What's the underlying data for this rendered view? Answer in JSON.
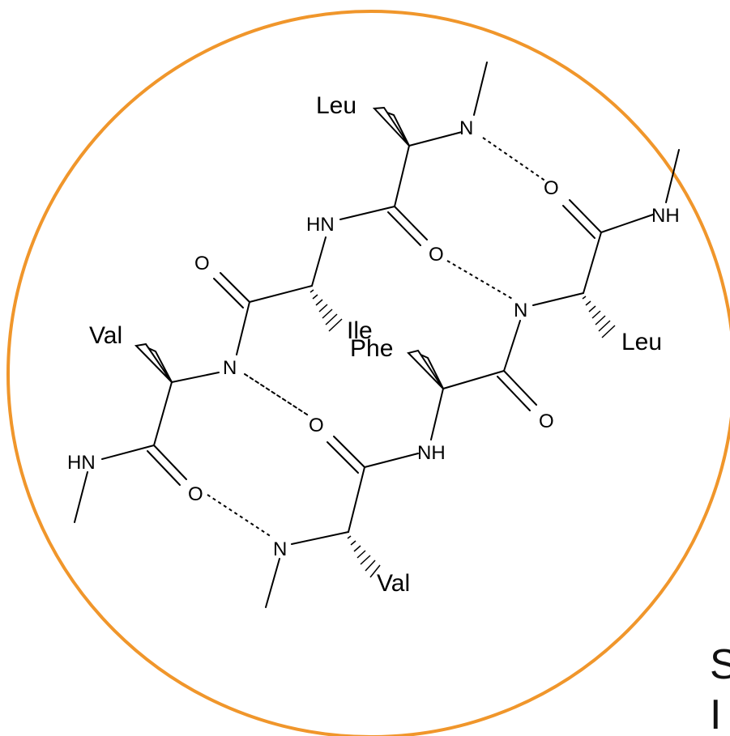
{
  "colors": {
    "ring": "#f0962b",
    "structure": "#000000"
  },
  "atoms": {
    "n_top": "N",
    "o_top_right": "O",
    "nh_top_right": "NH",
    "hn_upper": "HN",
    "o_upper_mid": "O",
    "o_upper_left": "O",
    "n_mid_right": "N",
    "n_mid_left": "N",
    "o_mid": "O",
    "o_right_low": "O",
    "nh_mid": "NH",
    "hn_left": "HN",
    "o_left_low": "O",
    "n_bottom": "N"
  },
  "residues": {
    "leu_top": "Leu",
    "ile": "Ile",
    "leu_right": "Leu",
    "val_left": "Val",
    "phe": "Phe",
    "val_bottom": "Val"
  },
  "edge_text": {
    "line1": "S",
    "line2": "I"
  }
}
